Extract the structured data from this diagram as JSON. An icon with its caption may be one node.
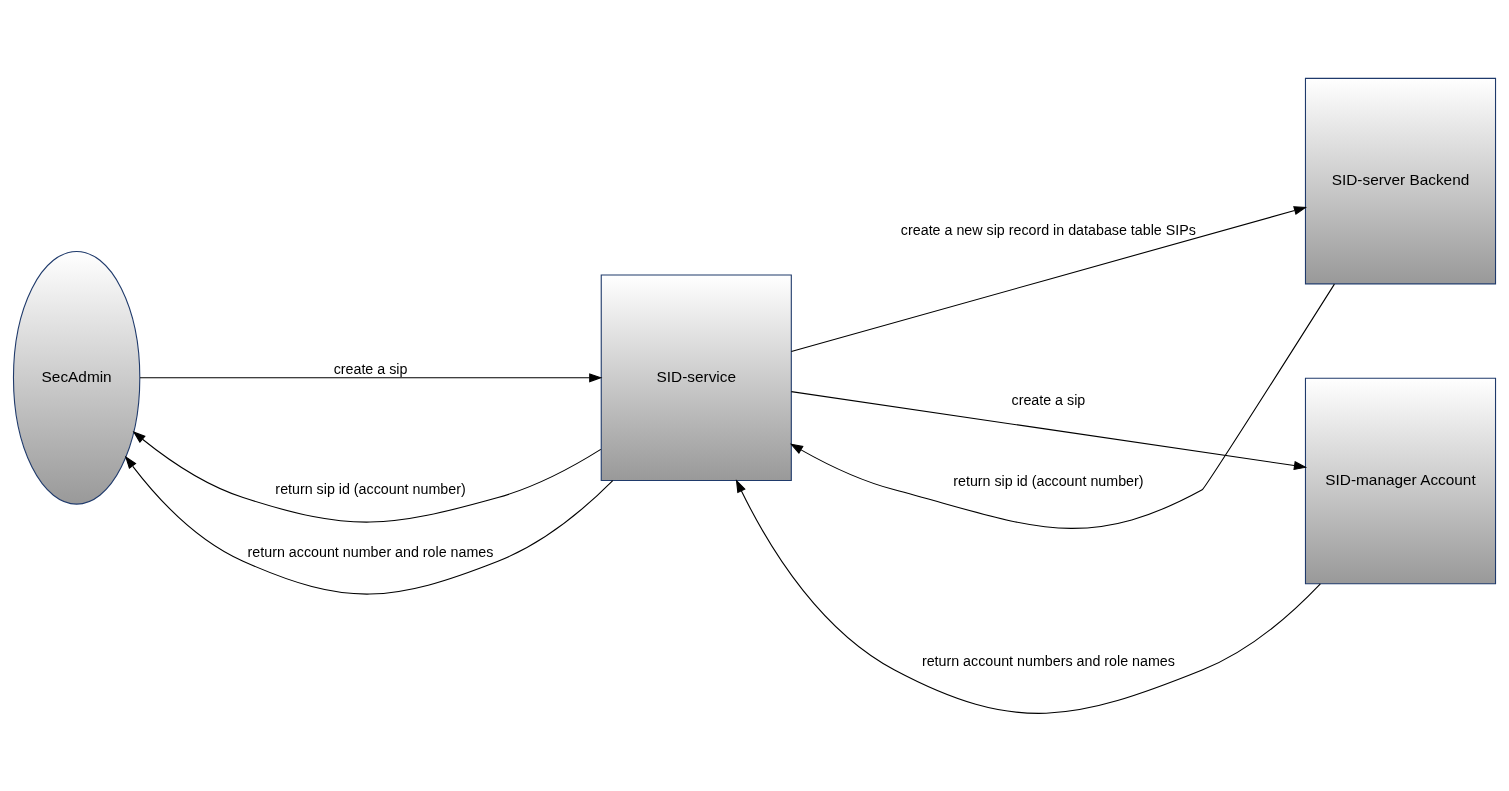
{
  "diagram": {
    "nodes": [
      {
        "text": [
          "SecAdmin"
        ]
      },
      {
        "text": [
          "SID-service"
        ]
      },
      {
        "text": [
          "SID-server Backend"
        ]
      },
      {
        "text": [
          "SID-manager Account"
        ]
      }
    ],
    "edges": [
      {
        "from": 1,
        "to": 0,
        "arrow": "to",
        "label": "return sip id (account number)"
      },
      {
        "from": 2,
        "to": 1,
        "arrow": "to",
        "label": "return sip id (account number)"
      },
      {
        "from": 1,
        "to": 2,
        "arrow": "to",
        "label": "create a new sip record in database table SIPs"
      },
      {
        "from": 0,
        "to": 1,
        "arrow": "to",
        "label": "create a sip"
      },
      {
        "from": 1,
        "to": 3,
        "arrow": "to",
        "label": "create a sip"
      },
      {
        "from": 1,
        "to": 0,
        "arrow": "to",
        "label": "return account number and role names"
      },
      {
        "from": 3,
        "to": 1,
        "arrow": "to",
        "label": "return account numbers and role names"
      }
    ]
  }
}
